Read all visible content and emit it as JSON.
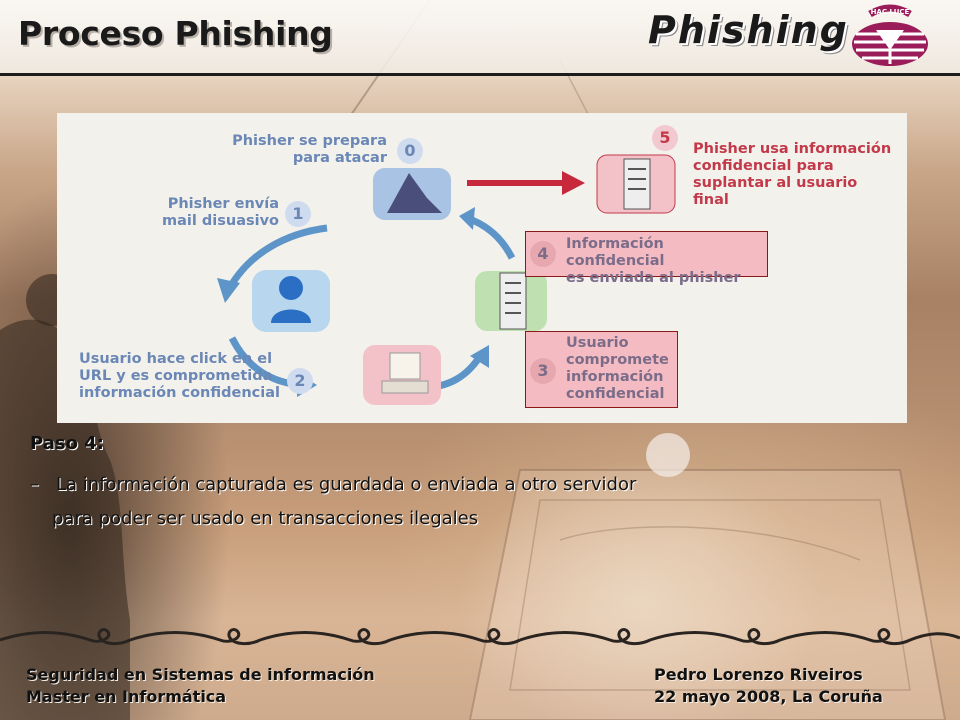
{
  "header": {
    "title": "Proceso Phishing",
    "brand": "Phishing",
    "logo_text": "HAC LUCE"
  },
  "diagram": {
    "steps": [
      {
        "num": "0",
        "label": "Phisher se prepara para atacar"
      },
      {
        "num": "1",
        "label": "Phisher envía mail disuasivo"
      },
      {
        "num": "2",
        "label": "Usuario hace click en el URL y es comprometida información confidencial"
      },
      {
        "num": "3",
        "label": "Usuario compromete información confidencial"
      },
      {
        "num": "4",
        "label": "Información confidencial es enviada al phisher"
      },
      {
        "num": "5",
        "label": "Phisher usa información confidencial para suplantar al usuario final"
      }
    ],
    "label_lines": {
      "s0": [
        "Phisher se prepara",
        "para atacar"
      ],
      "s1": [
        "Phisher envía",
        "mail disuasivo"
      ],
      "s2": [
        "Usuario hace click en el",
        "URL y es comprometida",
        "información confidencial"
      ],
      "s3": [
        "Usuario",
        "compromete",
        "información",
        "confidencial"
      ],
      "s4": [
        "Información confidencial",
        "es enviada al phisher"
      ],
      "s5": [
        "Phisher usa información",
        "confidencial para",
        "suplantar al usuario final"
      ]
    }
  },
  "content": {
    "heading": "Paso 4:",
    "bullet_marker": "–",
    "bullet_line1": "La información capturada es guardada o enviada a otro servidor",
    "bullet_line2": "para poder ser usado en transacciones ilegales"
  },
  "footer": {
    "left_line1": "Seguridad en Sistemas de información",
    "left_line2": "Master en Informática",
    "right_line1": "Pedro Lorenzo Riveiros",
    "right_line2": "22 mayo 2008, La Coruña"
  },
  "colors": {
    "diagram_blue": "#6a87b6",
    "diagram_red": "#c23a4a",
    "highlight_box": "#f4bcc2",
    "logo_magenta": "#9a1d5a"
  }
}
